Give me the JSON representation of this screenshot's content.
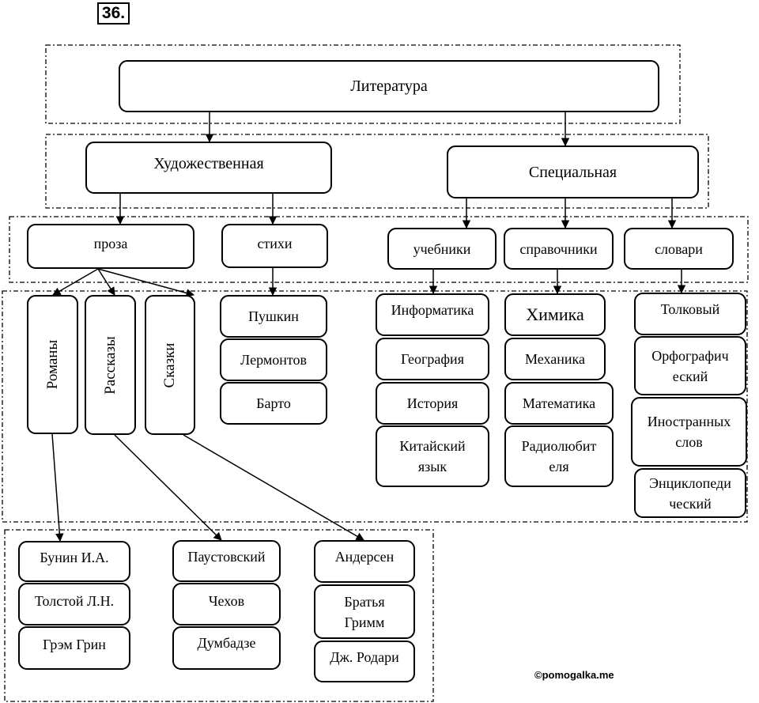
{
  "problem_number": "36.",
  "watermark": "©pomogalka.me",
  "nodes": {
    "literatura": "Литература",
    "khudozhestvennaya": "Художественная",
    "spetsialnaya": "Специальная",
    "proza": "проза",
    "stikhi": "стихи",
    "uchebniki": "учебники",
    "spravochniki": "справочники",
    "slovari": "словари",
    "romany": "Романы",
    "rasskazy": "Рассказы",
    "skazki": "Сказки",
    "pushkin": "Пушкин",
    "lermontov": "Лермонтов",
    "barto": "Барто",
    "informatika": "Информатика",
    "geografiya": "География",
    "istoriya": "История",
    "kitaysky": "Китайский\nязык",
    "khimika": "Химика",
    "mekhanika": "Механика",
    "matematika": "Математика",
    "radioliubitel": "Радиолюбит\nеля",
    "tolkovy": "Толковый",
    "orfograf": "Орфографич\nеский",
    "inostrannykh": "Иностранных\nслов",
    "entsiklop": "Энциклопеди\nческий",
    "bunin": "Бунин И.А.",
    "tolstoy": "Толстой Л.Н.",
    "grin": "Грэм Грин",
    "paustovsky": "Паустовский",
    "chekhov": "Чехов",
    "dumbadze": "Думбадзе",
    "andersen": "Андерсен",
    "grimm": "Братья\nГримм",
    "rodari": "Дж. Родари"
  }
}
